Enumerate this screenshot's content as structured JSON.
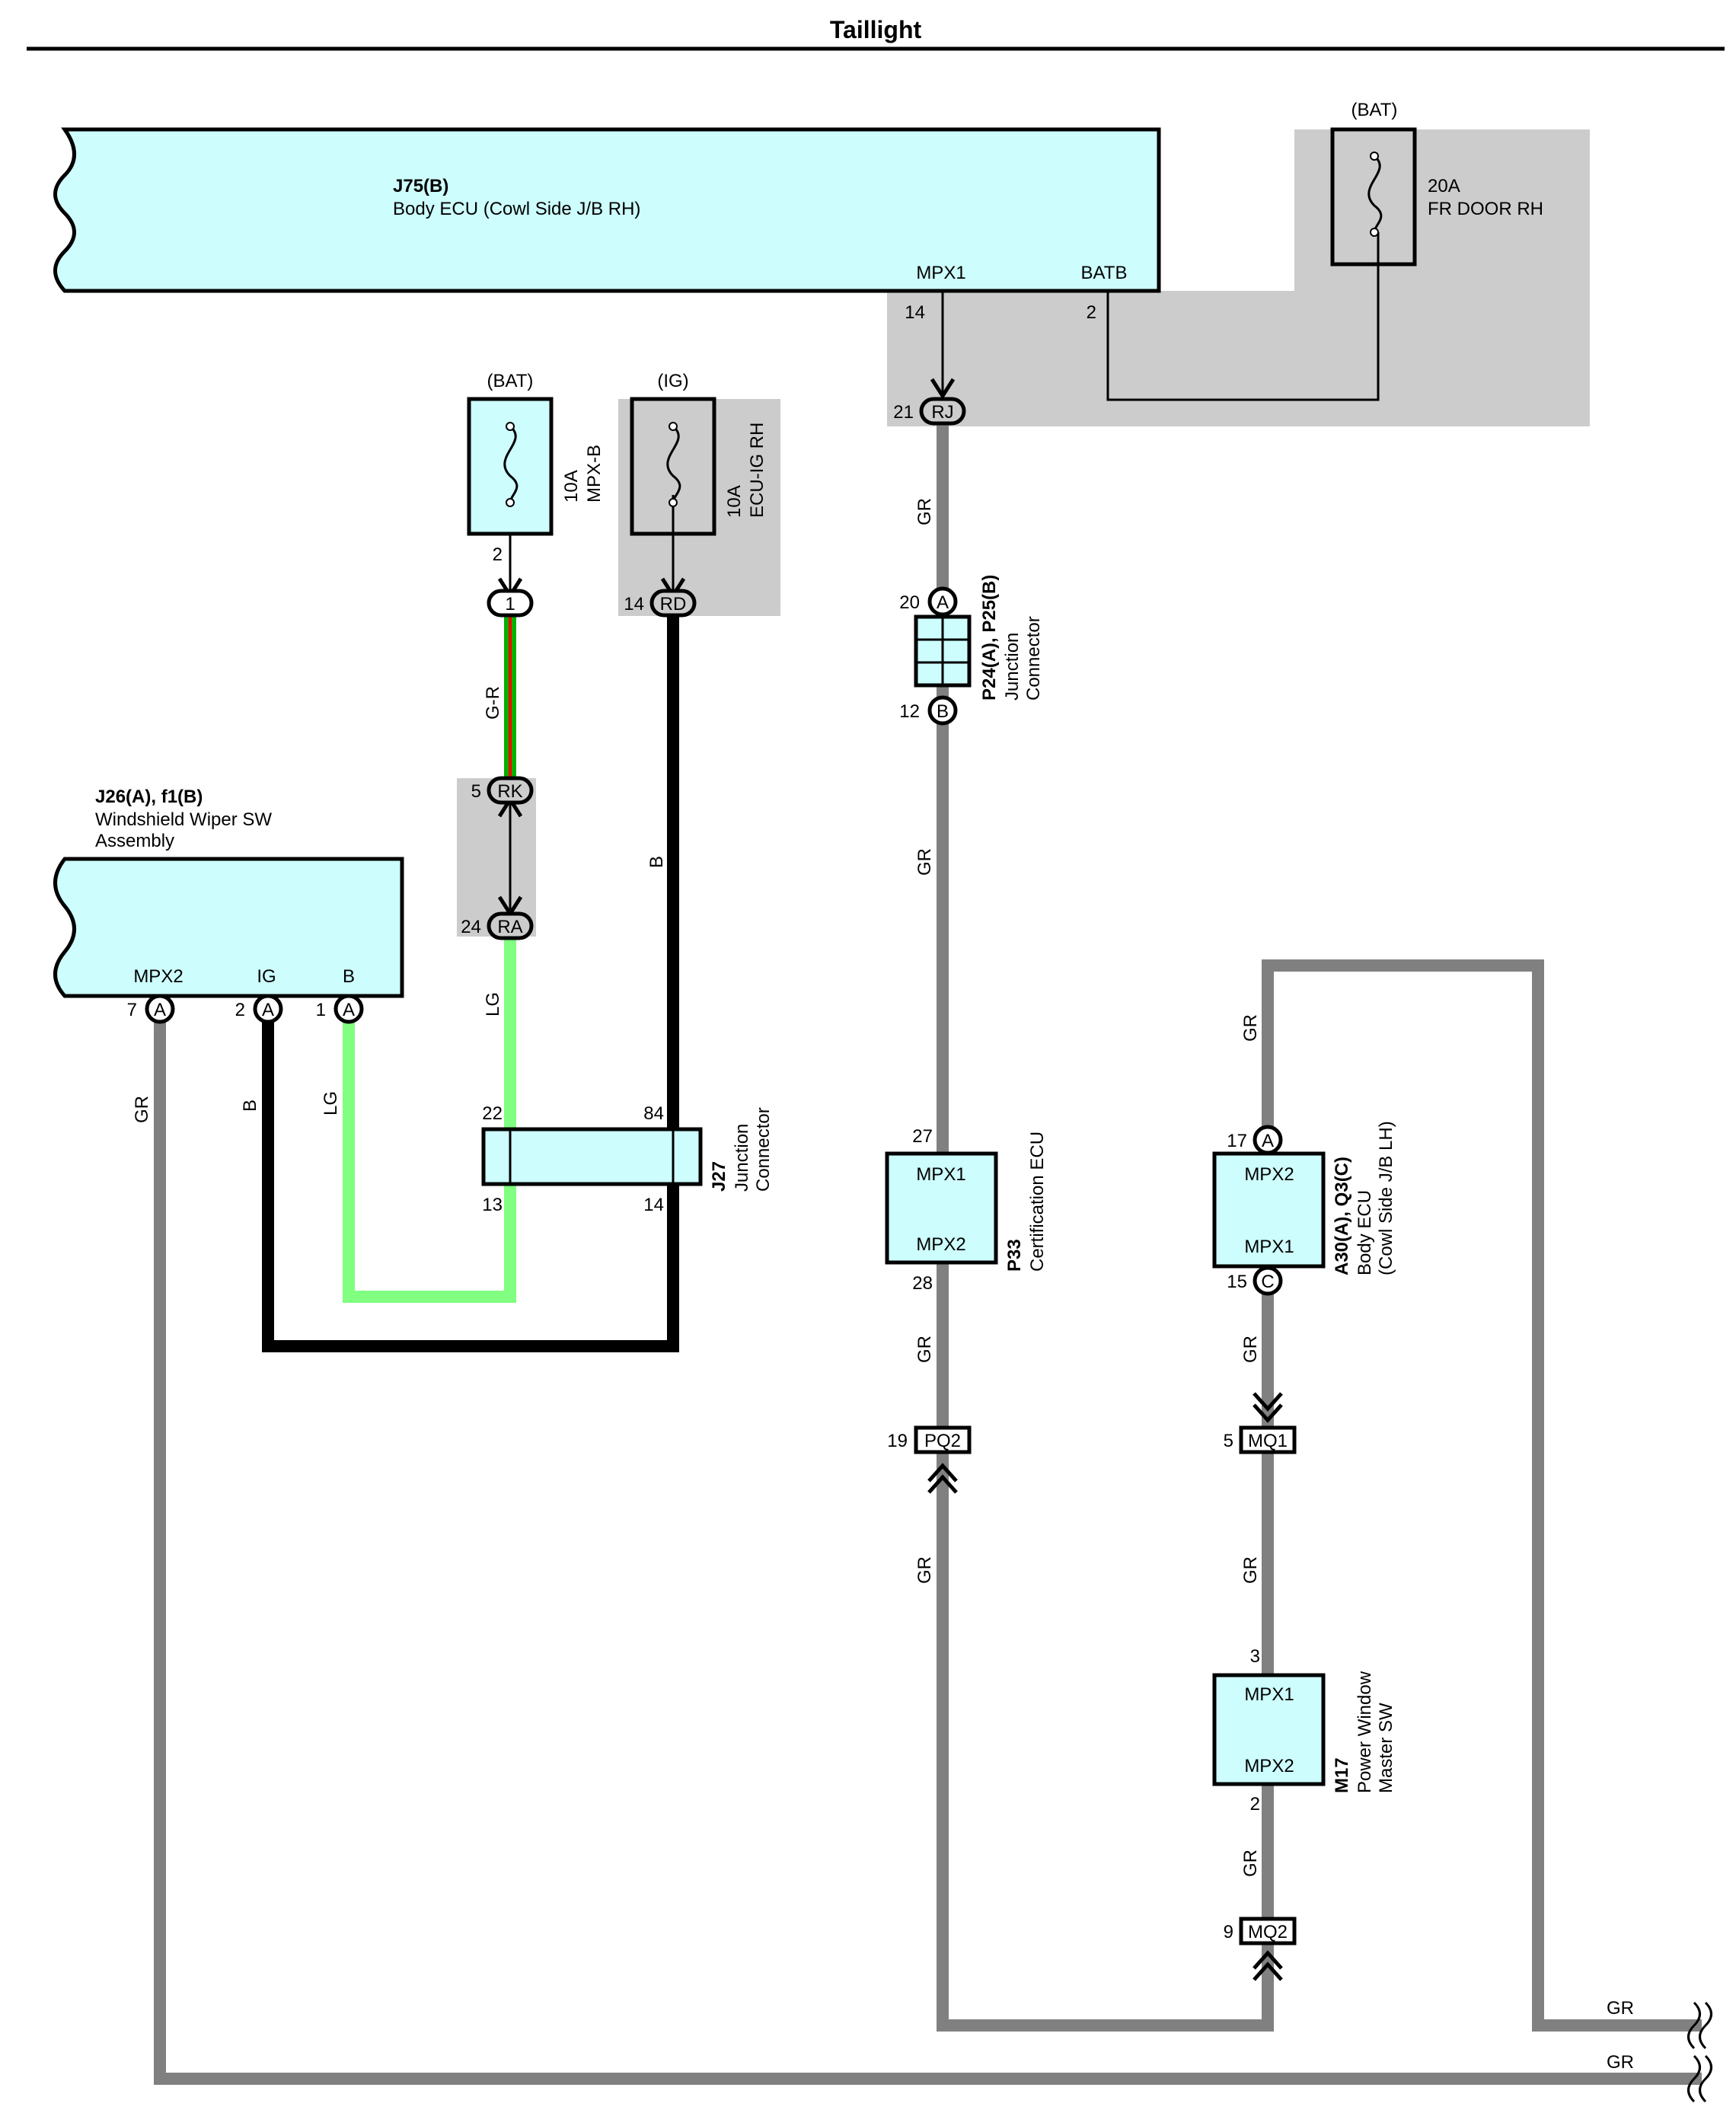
{
  "title": "Taillight",
  "colors": {
    "ecu_fill": "#cdfdfd",
    "gray_shade": "#cccccc",
    "wire_gr": "#808080",
    "wire_b": "#000000",
    "wire_lg": "#80ff80",
    "wire_gr_green": "#00b000",
    "wire_gr_red": "#ff0000"
  },
  "components": {
    "body_ecu_rh": {
      "code": "J75(B)",
      "name": "Body ECU (Cowl Side J/B RH)",
      "pin_mpx1": "MPX1",
      "pin_batb": "BATB",
      "pin_num_mpx1": "14",
      "pin_num_batb": "2"
    },
    "fuse_fr_door": {
      "source": "(BAT)",
      "rating": "20A",
      "name": "FR DOOR RH"
    },
    "fuse_mpxb": {
      "source": "(BAT)",
      "rating": "10A",
      "name": "MPX-B",
      "pin": "2"
    },
    "fuse_ecuig": {
      "source": "(IG)",
      "rating": "10A",
      "name": "ECU-IG RH"
    },
    "wiper_sw": {
      "code": "J26(A), f1(B)",
      "name1": "Windshield Wiper SW",
      "name2": "Assembly",
      "pin_mpx2": "MPX2",
      "pin_ig": "IG",
      "pin_b": "B",
      "num_mpx2": "7",
      "num_ig": "2",
      "num_b": "1",
      "conn": "A"
    },
    "j27": {
      "code": "J27",
      "name1": "Junction",
      "name2": "Connector",
      "p22": "22",
      "p84": "84",
      "p13": "13",
      "p14": "14"
    },
    "p24": {
      "code": "P24(A), P25(B)",
      "name1": "Junction",
      "name2": "Connector",
      "p20": "20",
      "p12": "12",
      "connA": "A",
      "connB": "B"
    },
    "p33": {
      "code": "P33",
      "name": "Certification ECU",
      "pin1": "MPX1",
      "pin2": "MPX2",
      "p27": "27",
      "p28": "28"
    },
    "a30": {
      "code": "A30(A), Q3(C)",
      "name1": "Body ECU",
      "name2": "(Cowl Side J/B LH)",
      "pin1": "MPX2",
      "pin2": "MPX1",
      "p17": "17",
      "p15": "15",
      "connA": "A",
      "connC": "C"
    },
    "m17": {
      "code": "M17",
      "name1": "Power Window",
      "name2": "Master SW",
      "pin1": "MPX1",
      "pin2": "MPX2",
      "p3": "3",
      "p2": "2"
    }
  },
  "connectors": {
    "rj": {
      "label": "RJ",
      "pin": "21"
    },
    "c1": {
      "label": "1"
    },
    "rd": {
      "label": "RD",
      "pin": "14"
    },
    "rk": {
      "label": "RK",
      "pin": "5"
    },
    "ra": {
      "label": "RA",
      "pin": "24"
    },
    "pq2": {
      "label": "PQ2",
      "pin": "19"
    },
    "mq1": {
      "label": "MQ1",
      "pin": "5"
    },
    "mq2": {
      "label": "MQ2",
      "pin": "9"
    }
  },
  "wire_labels": {
    "gr": "GR",
    "b": "B",
    "lg": "LG",
    "gr_r": "G-R"
  }
}
